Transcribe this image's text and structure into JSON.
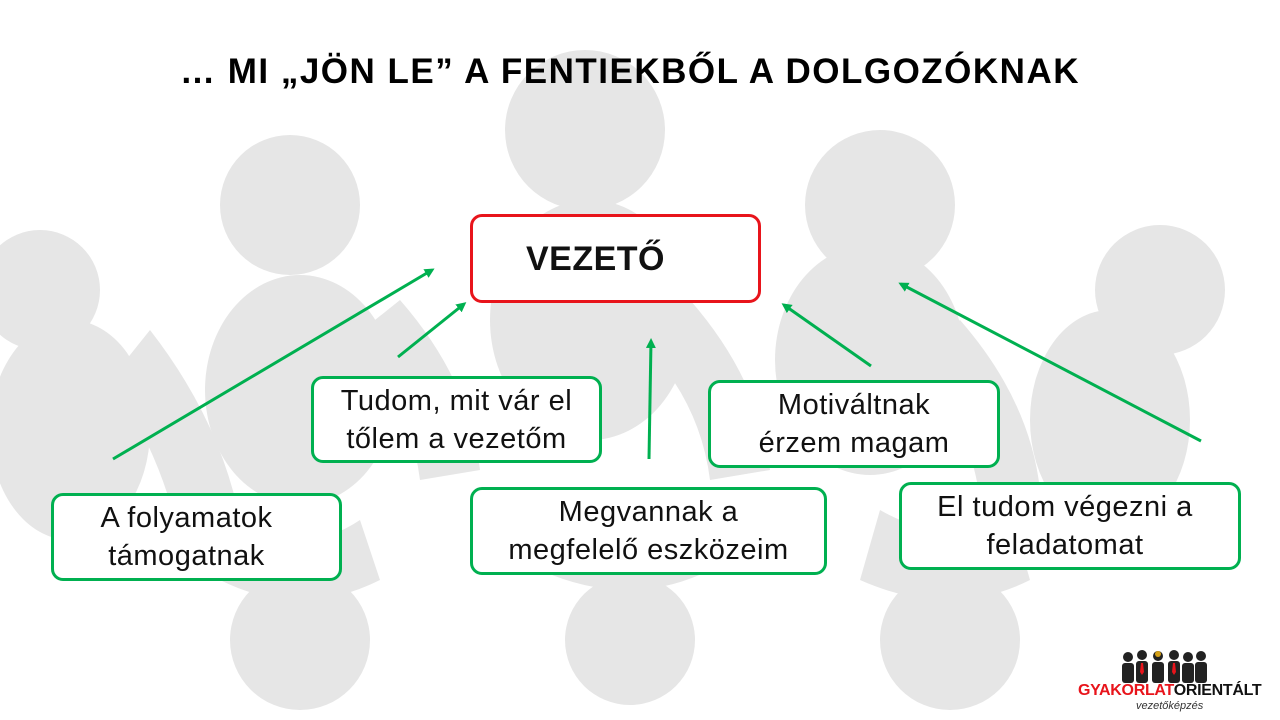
{
  "title": "… MI „JÖN LE” A FENTIEKBŐL A DOLGOZÓKNAK",
  "leader": "VEZETŐ",
  "boxes": {
    "expectations": {
      "line1": "Tudom, mit vár el",
      "line2": "tőlem a vezetőm"
    },
    "motivated": {
      "line1": "Motiváltnak",
      "line2": "érzem magam"
    },
    "processes": {
      "line1": "A folyamatok",
      "line2": "támogatnak"
    },
    "tools": {
      "line1": "Megvannak a",
      "line2": "megfelelő eszközeim"
    },
    "capable": {
      "line1": "El tudom végezni a",
      "line2": "feladatomat"
    }
  },
  "logo": {
    "brand_a": "GYAKORLAT",
    "brand_b": "ORIENTÁLT",
    "sub": "vezetőképzés"
  },
  "colors": {
    "leader_border": "#e8141b",
    "box_border": "#00b050",
    "arrow": "#00b050",
    "background_figures": "#e6e6e6"
  }
}
